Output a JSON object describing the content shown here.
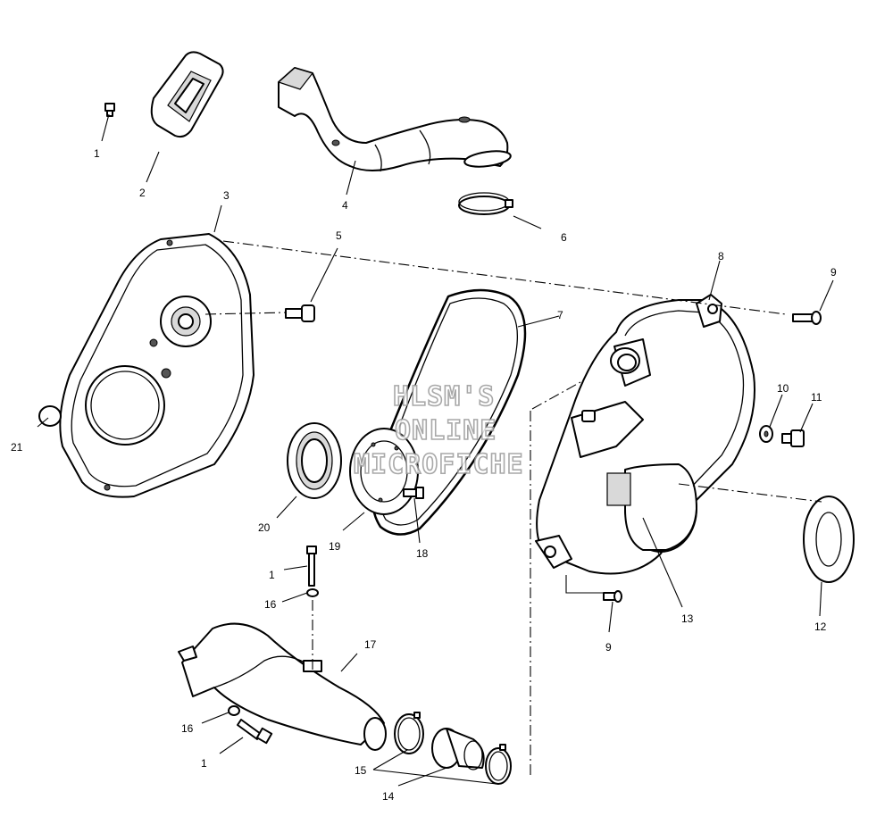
{
  "watermark": {
    "lines": [
      "HLSM'S",
      "ONLINE",
      "MICROFICHE"
    ]
  },
  "callouts": [
    {
      "id": "c1a",
      "text": "1"
    },
    {
      "id": "c2",
      "text": "2"
    },
    {
      "id": "c3",
      "text": "3"
    },
    {
      "id": "c4",
      "text": "4"
    },
    {
      "id": "c5",
      "text": "5"
    },
    {
      "id": "c6",
      "text": "6"
    },
    {
      "id": "c7",
      "text": "7"
    },
    {
      "id": "c8",
      "text": "8"
    },
    {
      "id": "c9a",
      "text": "9"
    },
    {
      "id": "c10",
      "text": "10"
    },
    {
      "id": "c11",
      "text": "11"
    },
    {
      "id": "c21",
      "text": "21"
    },
    {
      "id": "c20",
      "text": "20"
    },
    {
      "id": "c19",
      "text": "19"
    },
    {
      "id": "c18",
      "text": "18"
    },
    {
      "id": "c1b",
      "text": "1"
    },
    {
      "id": "c16a",
      "text": "16"
    },
    {
      "id": "c17",
      "text": "17"
    },
    {
      "id": "c13",
      "text": "13"
    },
    {
      "id": "c12",
      "text": "12"
    },
    {
      "id": "c9b",
      "text": "9"
    },
    {
      "id": "c16b",
      "text": "16"
    },
    {
      "id": "c1c",
      "text": "1"
    },
    {
      "id": "c15",
      "text": "15"
    },
    {
      "id": "c14",
      "text": "14"
    }
  ]
}
